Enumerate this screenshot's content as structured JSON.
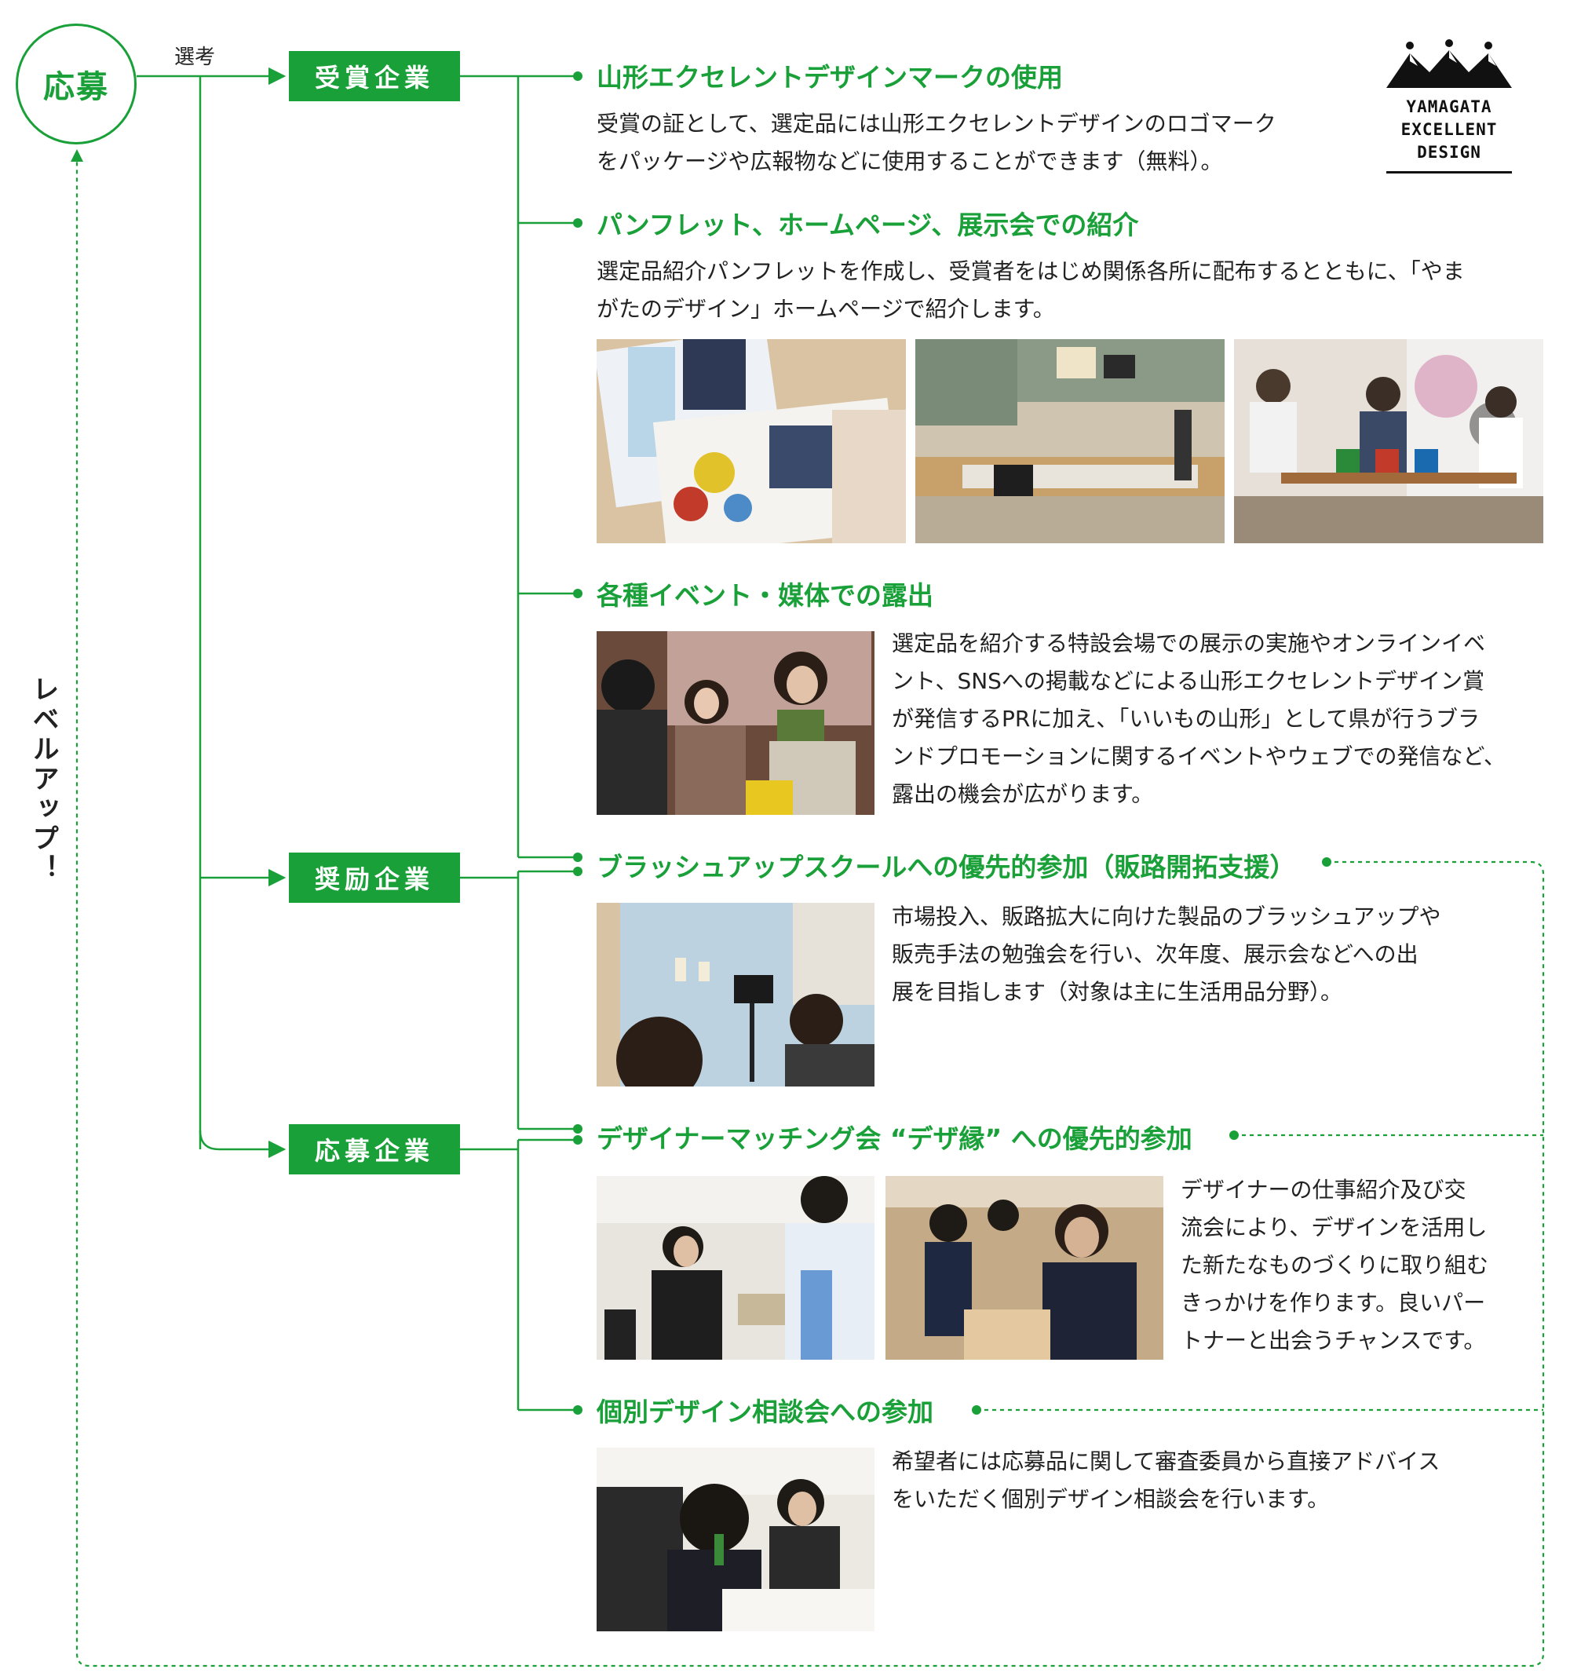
{
  "start": {
    "label": "応募"
  },
  "selection_label": "選考",
  "cycle_label": "レベルアップ！",
  "tiers": [
    {
      "label": "受賞企業"
    },
    {
      "label": "奨励企業"
    },
    {
      "label": "応募企業"
    }
  ],
  "benefits": [
    {
      "title": "山形エクセレントデザインマークの使用",
      "text": [
        "受賞の証として、選定品には山形エクセレントデザインのロゴマーク",
        "をパッケージや広報物などに使用することができます（無料）。"
      ]
    },
    {
      "title": "パンフレット、ホームページ、展示会での紹介",
      "text": [
        "選定品紹介パンフレットを作成し、受賞者をはじめ関係各所に配布するとともに、「やま",
        "がたのデザイン」ホームページで紹介します。"
      ]
    },
    {
      "title": "各種イベント・媒体での露出",
      "text": [
        "選定品を紹介する特設会場での展示の実施やオンラインイベ",
        "ント、SNSへの掲載などによる山形エクセレントデザイン賞",
        "が発信するPRに加え、「いいもの山形」として県が行うブラ",
        "ンドプロモーションに関するイベントやウェブでの発信など、",
        "露出の機会が広がります。"
      ]
    },
    {
      "title": "ブラッシュアップスクールへの優先的参加（販路開拓支援）",
      "text": [
        "市場投入、販路拡大に向けた製品のブラッシュアップや",
        "販売手法の勉強会を行い、次年度、展示会などへの出",
        "展を目指します（対象は主に生活用品分野）。"
      ]
    },
    {
      "title": "デザイナーマッチング会 “デザ縁” への優先的参加",
      "text": [
        "デザイナーの仕事紹介及び交",
        "流会により、デザインを活用し",
        "た新たなものづくりに取り組む",
        "きっかけを作ります。良いパー",
        "トナーと出会うチャンスです。"
      ]
    },
    {
      "title": "個別デザイン相談会への参加",
      "text": [
        "希望者には応募品に関して審査委員から直接アドバイス",
        "をいただく個別デザイン相談会を行います。"
      ]
    }
  ],
  "logo": {
    "lines": [
      "YAMAGATA",
      "EXCELLENT",
      "DESIGN"
    ]
  },
  "colors": {
    "accent": "#1aa038",
    "text": "#222222"
  }
}
